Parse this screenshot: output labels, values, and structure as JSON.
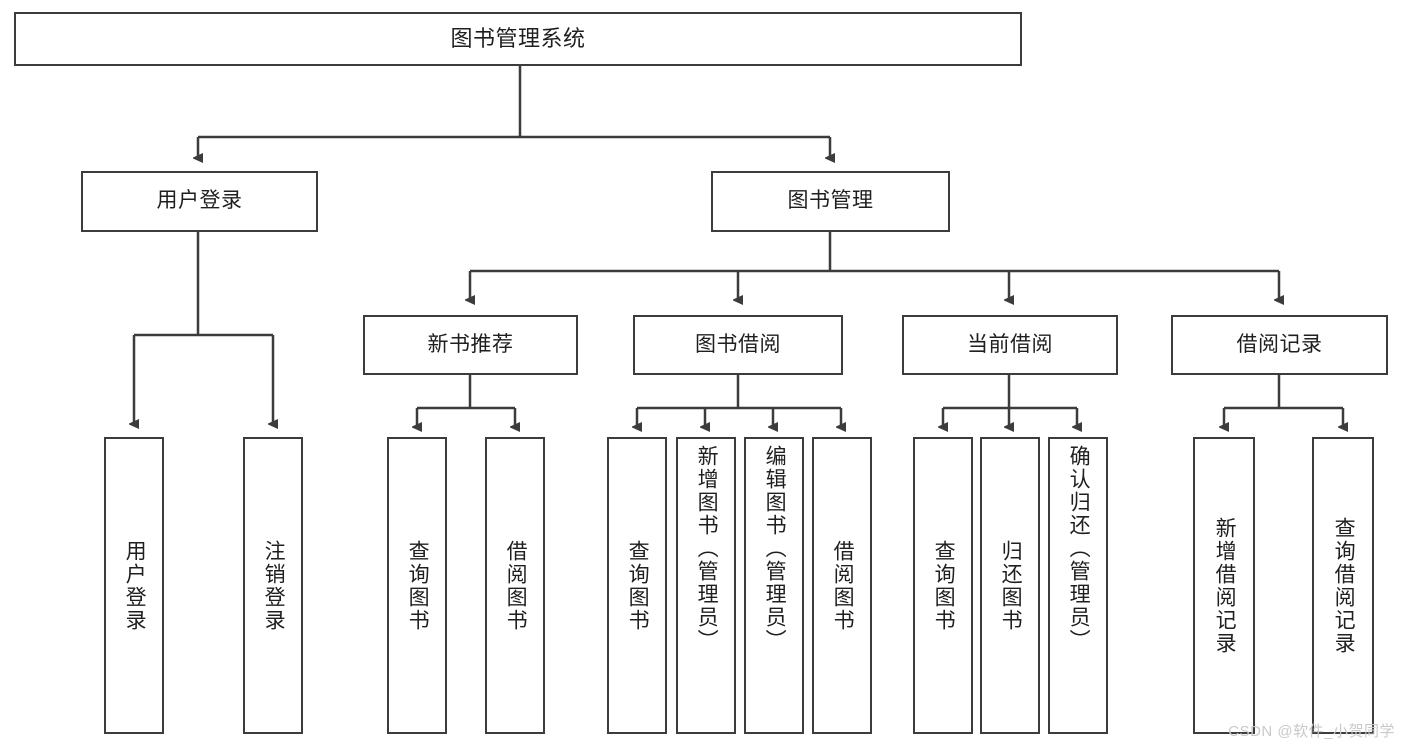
{
  "diagram": {
    "title": "图书管理系统",
    "type": "tree",
    "watermark": "CSDN @软件_小贺同学",
    "root": {
      "label": "图书管理系统"
    },
    "level2": [
      {
        "label": "用户登录"
      },
      {
        "label": "图书管理"
      }
    ],
    "level3": [
      {
        "label": "新书推荐"
      },
      {
        "label": "图书借阅"
      },
      {
        "label": "当前借阅"
      },
      {
        "label": "借阅记录"
      }
    ],
    "leaves": {
      "user_login": [
        {
          "label": "用户登录"
        },
        {
          "label": "注销登录"
        }
      ],
      "new_book_recommend": [
        {
          "label": "查询图书"
        },
        {
          "label": "借阅图书"
        }
      ],
      "book_borrow": [
        {
          "label": "查询图书"
        },
        {
          "label": "新增图书（管理员）"
        },
        {
          "label": "编辑图书（管理员）"
        },
        {
          "label": "借阅图书"
        }
      ],
      "current_borrow": [
        {
          "label": "查询图书"
        },
        {
          "label": "归还图书"
        },
        {
          "label": "确认归还（管理员）"
        }
      ],
      "borrow_record": [
        {
          "label": "新增借阅记录"
        },
        {
          "label": "查询借阅记录"
        }
      ]
    },
    "colors": {
      "border": "#3c3c3c",
      "fill": "#ffffff",
      "text": "#1f1f1f",
      "watermark": "#c9c9c9"
    }
  }
}
